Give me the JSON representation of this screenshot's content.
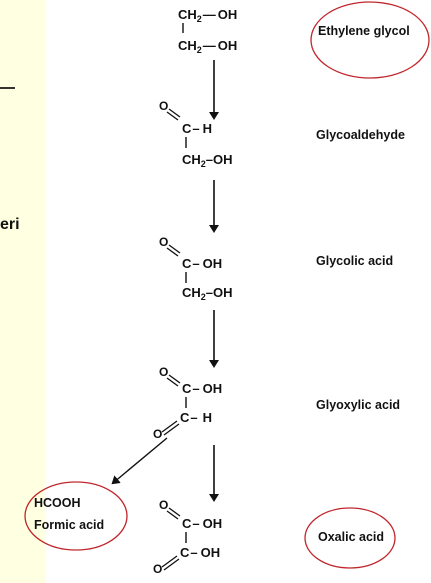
{
  "side_fragment": "eri",
  "compounds": [
    {
      "name": "Ethylene glycol",
      "circled": true
    },
    {
      "name": "Glycoaldehyde",
      "circled": false
    },
    {
      "name": "Glycolic acid",
      "circled": false
    },
    {
      "name": "Glyoxylic acid",
      "circled": false
    },
    {
      "name": "Oxalic acid",
      "circled": true
    }
  ],
  "side_product": {
    "formula": "HCOOH",
    "name": "Formic acid",
    "circled": true
  },
  "groups": {
    "ch2oh_ch2": "CH",
    "ch2oh_sub": "2",
    "oh": "OH",
    "c": "C",
    "h": "H",
    "o": "O",
    "dash": "—",
    "minus": "–"
  },
  "colors": {
    "background_left": "#ffffe1",
    "panel": "#ffffff",
    "circle": "#c0272d",
    "text": "#111111"
  }
}
